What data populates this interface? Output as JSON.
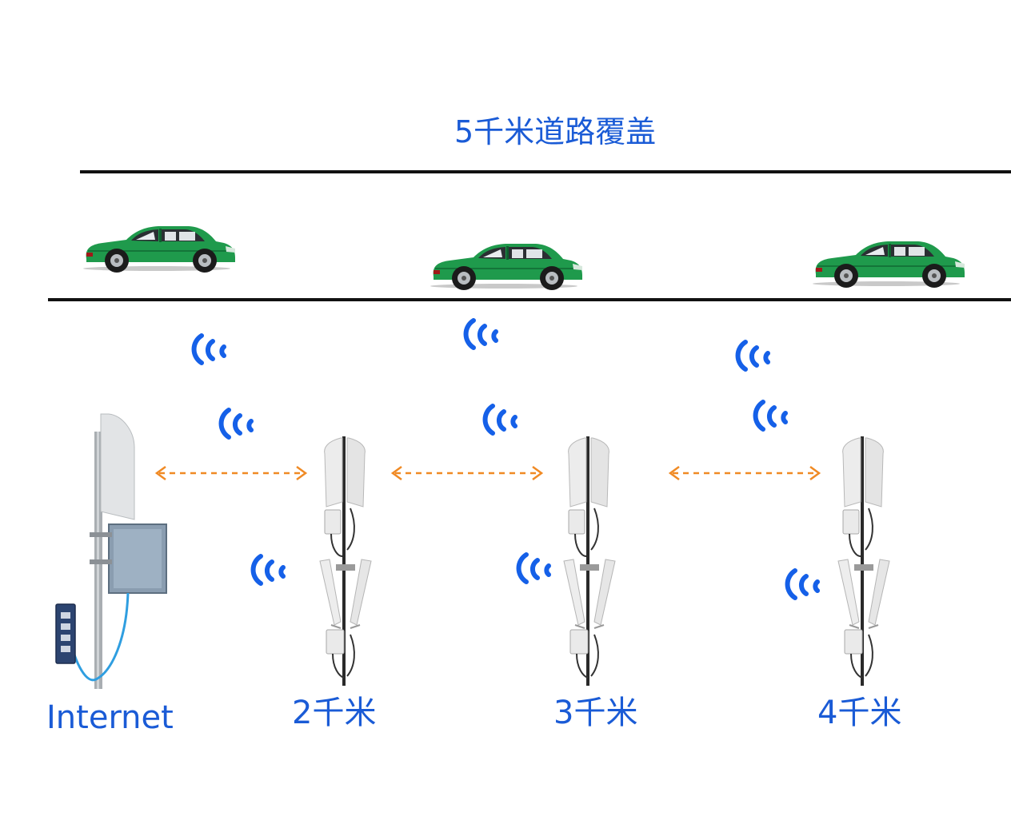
{
  "title": "5千米道路覆盖",
  "stations": [
    {
      "label": "Internet"
    },
    {
      "label": "2千米"
    },
    {
      "label": "3千米"
    },
    {
      "label": "4千米"
    }
  ],
  "colors": {
    "label_blue": "#1a5bd6",
    "signal_blue": "#1560e8",
    "link_orange": "#f08a24",
    "car_green": "#1f9a4c",
    "road_line": "#111111",
    "cable_blue": "#2f9ee0"
  },
  "icons": [
    "car-icon",
    "wifi-signal-icon",
    "bidirectional-arrow-icon",
    "relay-tower-icon",
    "gateway-tower-icon",
    "network-switch-icon"
  ]
}
